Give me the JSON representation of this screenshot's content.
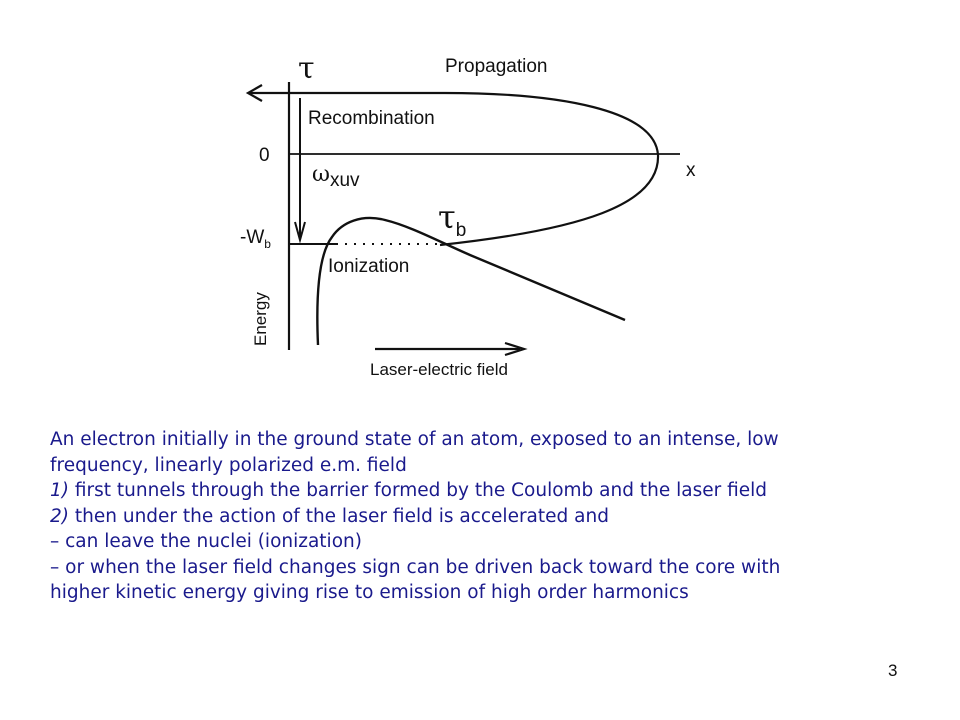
{
  "diagram": {
    "tau": "τ",
    "propagation": "Propagation",
    "recombination": "Recombination",
    "zero": "0",
    "omega": "ω",
    "omega_sub": "xuv",
    "x_axis": "x",
    "wb_prefix": "-W",
    "wb_sub": "b",
    "tau_b": "τ",
    "tau_b_sub": "b",
    "ionization": "Ionization",
    "energy": "Energy",
    "laser_field": "Laser-electric field"
  },
  "description": {
    "intro_1": "An electron initially in the ground state of an atom, exposed to an intense, low",
    "intro_2": "frequency, linearly polarized e.m. field",
    "step1_num": "1)",
    "step1_text": " first tunnels through the barrier formed by the Coulomb and the laser field",
    "step2_num": "2)",
    "step2_text": " then under the action of the laser field is accelerated and",
    "bullet1": "– can leave the nuclei (ionization)",
    "bullet2_1": "– or when the laser field changes sign can be driven back toward the core with",
    "bullet2_2": "higher kinetic energy giving rise to emission of high order harmonics"
  },
  "slide_number": "3"
}
